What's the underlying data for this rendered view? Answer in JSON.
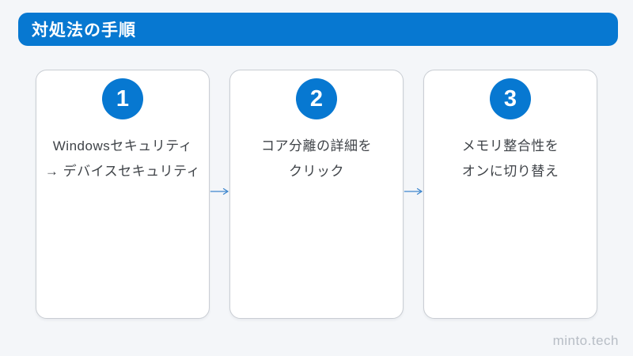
{
  "page": {
    "background": "#f4f6f9",
    "watermark": "minto.tech"
  },
  "header": {
    "title": "対処法の手順",
    "bg_color": "#0778d1",
    "text_color": "#ffffff"
  },
  "steps": [
    {
      "number": "1",
      "lines": [
        "Windowsセキュリティ",
        "→ デバイスセキュリティ"
      ]
    },
    {
      "number": "2",
      "lines": [
        "コア分離の詳細を",
        "クリック"
      ]
    },
    {
      "number": "3",
      "lines": [
        "メモリ整合性を",
        "オンに切り替え"
      ]
    }
  ],
  "icons": {
    "arrow_right": "→",
    "arrow_color": "#3e87cd"
  },
  "colors": {
    "accent_blue": "#0778d1",
    "card_bg": "#ffffff",
    "card_border": "#c9cdd3",
    "body_text": "#3f4348",
    "watermark_text": "#b7bdc5"
  }
}
